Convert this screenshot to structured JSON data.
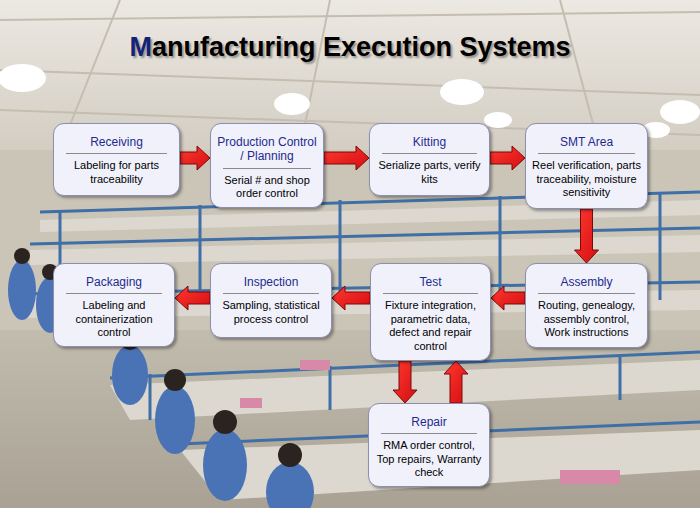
{
  "diagram": {
    "title": "Manufacturing Execution Systems",
    "nodes": [
      {
        "text": [
          "Receiving",
          "Labeling for parts traceability"
        ]
      },
      {
        "text": [
          "Production Control / Planning",
          "Serial # and shop order control"
        ]
      },
      {
        "text": [
          "Kitting",
          "Serialize parts, verify kits"
        ]
      },
      {
        "text": [
          "SMT Area",
          "Reel verification, parts traceability, moisture sensitivity"
        ]
      },
      {
        "text": [
          "Packaging",
          "Labeling and containerization control"
        ]
      },
      {
        "text": [
          "Inspection",
          "Sampling, statistical process control"
        ]
      },
      {
        "text": [
          "Test",
          "Fixture integration, parametric data, defect and repair control"
        ]
      },
      {
        "text": [
          "Assembly",
          "Routing, genealogy, assembly control, Work instructions"
        ]
      },
      {
        "text": [
          "Repair",
          "RMA order control, Top repairs, Warranty check"
        ]
      }
    ],
    "edges": [
      {
        "from": 0,
        "to": 1,
        "arrow": "to"
      },
      {
        "from": 1,
        "to": 2,
        "arrow": "to"
      },
      {
        "from": 2,
        "to": 3,
        "arrow": "to"
      },
      {
        "from": 3,
        "to": 7,
        "arrow": "to"
      },
      {
        "from": 7,
        "to": 6,
        "arrow": "to"
      },
      {
        "from": 6,
        "to": 5,
        "arrow": "to"
      },
      {
        "from": 5,
        "to": 4,
        "arrow": "to"
      },
      {
        "from": 6,
        "to": 8,
        "arrow": "to"
      },
      {
        "from": 8,
        "to": 6,
        "arrow": "to"
      }
    ]
  }
}
